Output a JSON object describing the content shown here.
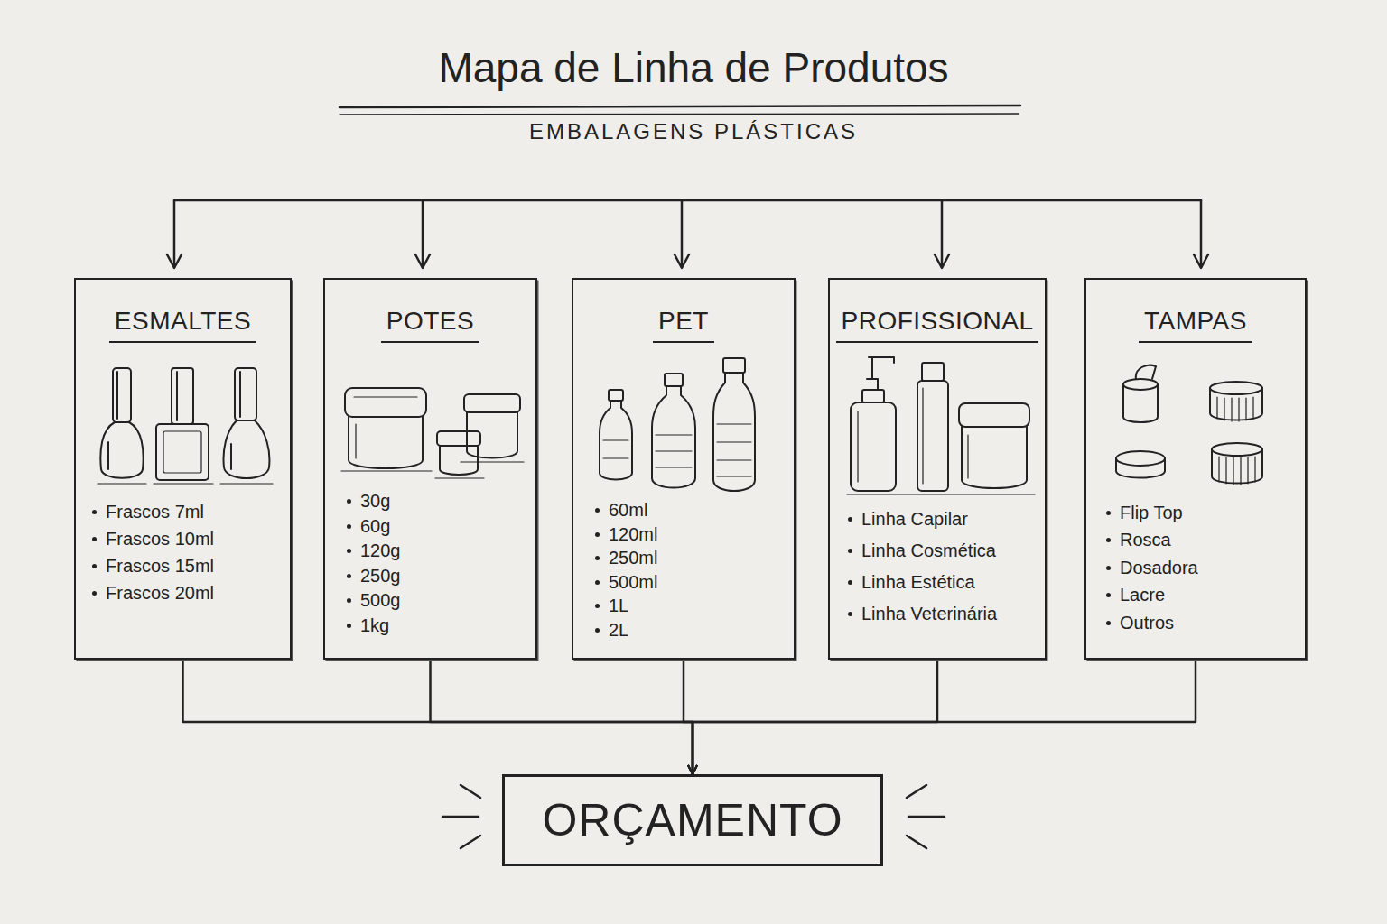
{
  "diagram": {
    "title": "Mapa de Linha de Produtos",
    "nodes": [
      {
        "text": [
          "ESMALTES",
          "Frascos 7ml",
          "Frascos 10ml",
          "Frascos 15ml",
          "Frascos 20ml"
        ]
      },
      {
        "text": [
          "POTES",
          "30g",
          "60g",
          "120g",
          "250g",
          "500g",
          "1kg"
        ]
      },
      {
        "text": [
          "PET",
          "60ml",
          "120ml",
          "250ml",
          "500ml",
          "1L",
          "2L"
        ]
      },
      {
        "text": [
          "PROFISSIONAL",
          "Linha Capilar",
          "Linha Cosmética",
          "Linha Estética",
          "Linha Veterinária"
        ]
      },
      {
        "text": [
          "TAMPAS",
          "Flip Top",
          "Rosca",
          "Dosadora",
          "Lacre",
          "Outros"
        ]
      },
      {
        "text": [
          "ORÇAMENTO"
        ]
      }
    ],
    "edges": [
      {
        "from": 0,
        "to": 5,
        "arrow": "to"
      },
      {
        "from": 1,
        "to": 5,
        "arrow": "to"
      },
      {
        "from": 2,
        "to": 5,
        "arrow": "to"
      },
      {
        "from": 3,
        "to": 5,
        "arrow": "to"
      },
      {
        "from": 4,
        "to": 5,
        "arrow": "to"
      }
    ],
    "labels": [
      "EMBALAGENS PLÁSTICAS"
    ]
  }
}
